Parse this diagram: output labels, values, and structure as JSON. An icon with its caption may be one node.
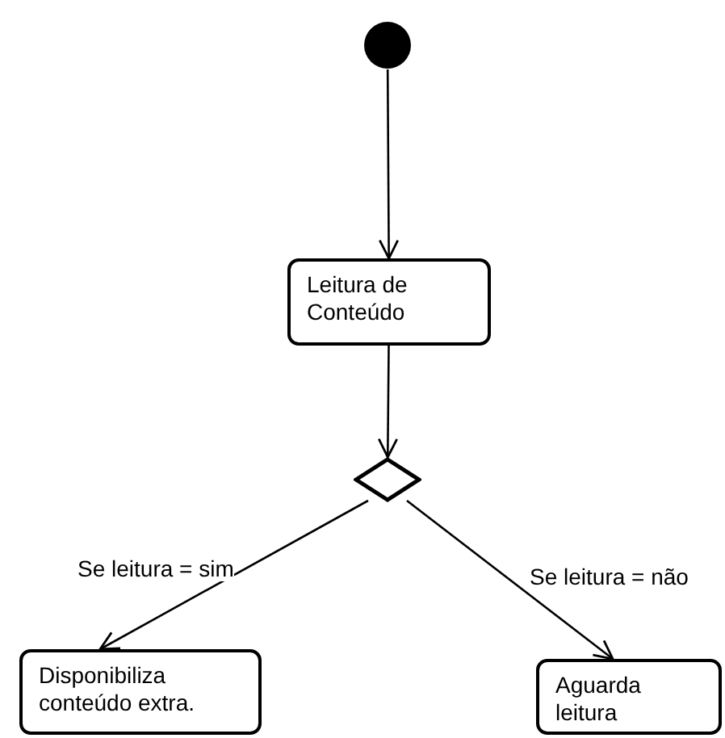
{
  "diagram": {
    "nodes": [
      {
        "text": [],
        "shape": "circle"
      },
      {
        "text": [
          "Leitura de Conteúdo"
        ]
      },
      {
        "text": [],
        "shape": "diamond"
      },
      {
        "text": [
          "Disponibiliza conteúdo extra."
        ]
      },
      {
        "text": [
          "Aguarda leitura"
        ]
      }
    ],
    "edges": [
      {
        "from": 0,
        "to": 1,
        "arrow": "to"
      },
      {
        "from": 1,
        "to": 2,
        "arrow": "to"
      },
      {
        "from": 2,
        "to": 3,
        "arrow": "to",
        "label": "Se leitura = sim"
      },
      {
        "from": 2,
        "to": 4,
        "arrow": "to",
        "label": "Se leitura = não"
      }
    ]
  }
}
